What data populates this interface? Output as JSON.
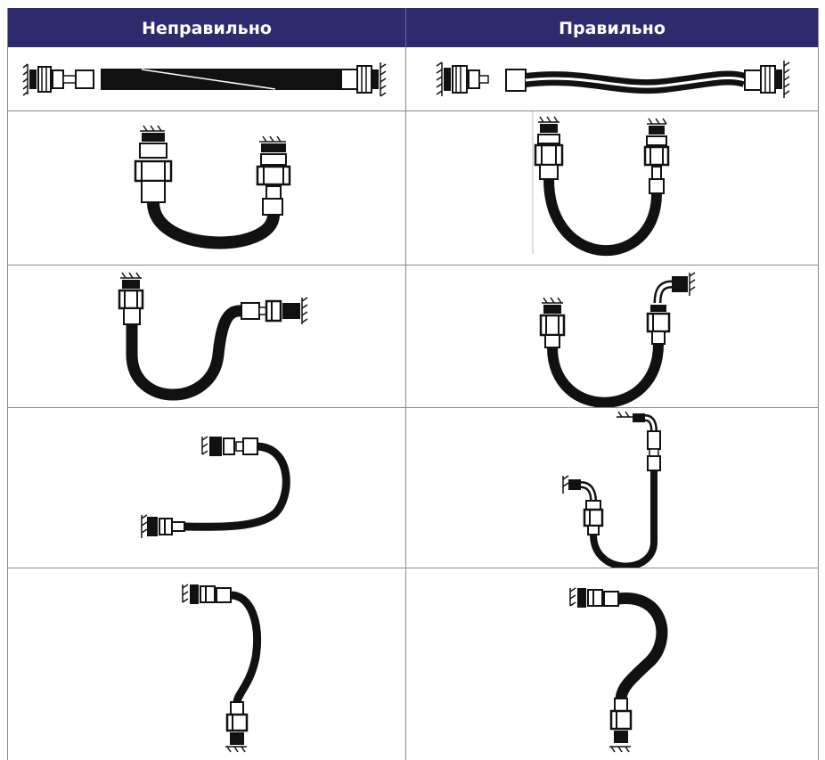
{
  "header": {
    "incorrect_label": "Неправильно",
    "correct_label": "Правильно"
  },
  "colors": {
    "header_bg": "#2e2a6e",
    "header_text": "#ffffff",
    "hose": "#111111",
    "grid": "#8a8a8a"
  },
  "rows": [
    {
      "case": "straight-hose"
    },
    {
      "case": "u-bend-vertical"
    },
    {
      "case": "s-bend-offset"
    },
    {
      "case": "horizontal-loop"
    },
    {
      "case": "long-drop"
    }
  ]
}
